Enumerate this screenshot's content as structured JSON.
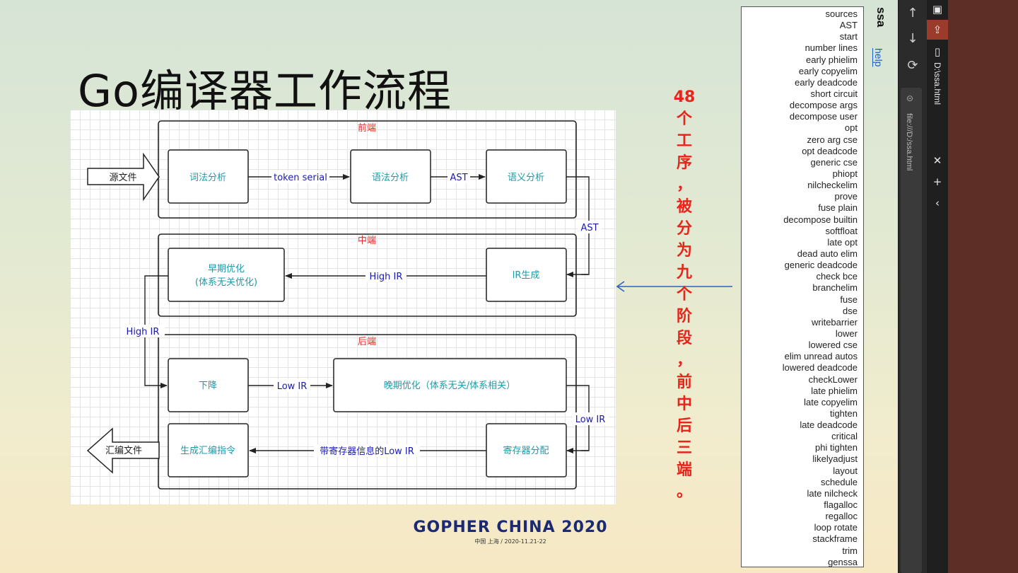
{
  "slide": {
    "title": "Go编译器工作流程",
    "callout_number": "48",
    "callout_chars": [
      "个",
      "工",
      "序",
      "，",
      "被",
      "分",
      "为",
      "九",
      "个",
      "阶",
      "段",
      "，",
      "前",
      "中",
      "后",
      "三",
      "端",
      "。"
    ],
    "logo_text": "GOPHER CHINA 2020",
    "logo_sub": "中国 上海 / 2020-11.21-22",
    "accent_red": "#e8241b",
    "arrow_blue": "#2e5fc6"
  },
  "diagram": {
    "stage_front": "前端",
    "stage_middle": "中端",
    "stage_back": "后端",
    "source_file": "源文件",
    "asm_file": "汇编文件",
    "lexical": "词法分析",
    "syntax": "语法分析",
    "semantic": "语义分析",
    "token_serial": "token serial",
    "ast_edge": "AST",
    "ast_side": "AST",
    "ir_gen": "IR生成",
    "high_ir_edge": "High IR",
    "early_opt_1": "早期优化",
    "early_opt_2": "(体系无关优化)",
    "high_ir_side": "High  IR",
    "lower": "下降",
    "low_ir_edge": "Low IR",
    "late_opt": "晚期优化（体系无关/体系相关）",
    "low_ir_side": "Low IR",
    "reg_alloc": "寄存器分配",
    "reg_edge": "带寄存器信息的Low IR",
    "gen_asm": "生成汇编指令",
    "label_red": "#d9342b",
    "box_text": "#1f9aa8",
    "edge_text": "#1a1ab0"
  },
  "browser": {
    "page_heading": "ssa",
    "help_link": "help",
    "url": "file:///D:/ssa.html",
    "tab_title": "D:\\ssa.html",
    "passes": [
      "sources",
      "AST",
      "start",
      "number lines",
      "early phielim",
      "early copyelim",
      "early deadcode",
      "short circuit",
      "decompose args",
      "decompose user",
      "opt",
      "zero arg cse",
      "opt deadcode",
      "generic cse",
      "phiopt",
      "nilcheckelim",
      "prove",
      "fuse plain",
      "decompose builtin",
      "softfloat",
      "late opt",
      "dead auto elim",
      "generic deadcode",
      "check bce",
      "branchelim",
      "fuse",
      "dse",
      "writebarrier",
      "lower",
      "lowered cse",
      "elim unread autos",
      "lowered deadcode",
      "checkLower",
      "late phielim",
      "late copyelim",
      "tighten",
      "late deadcode",
      "critical",
      "phi tighten",
      "likelyadjust",
      "layout",
      "schedule",
      "late nilcheck",
      "flagalloc",
      "regalloc",
      "loop rotate",
      "stackframe",
      "trim",
      "genssa"
    ]
  }
}
